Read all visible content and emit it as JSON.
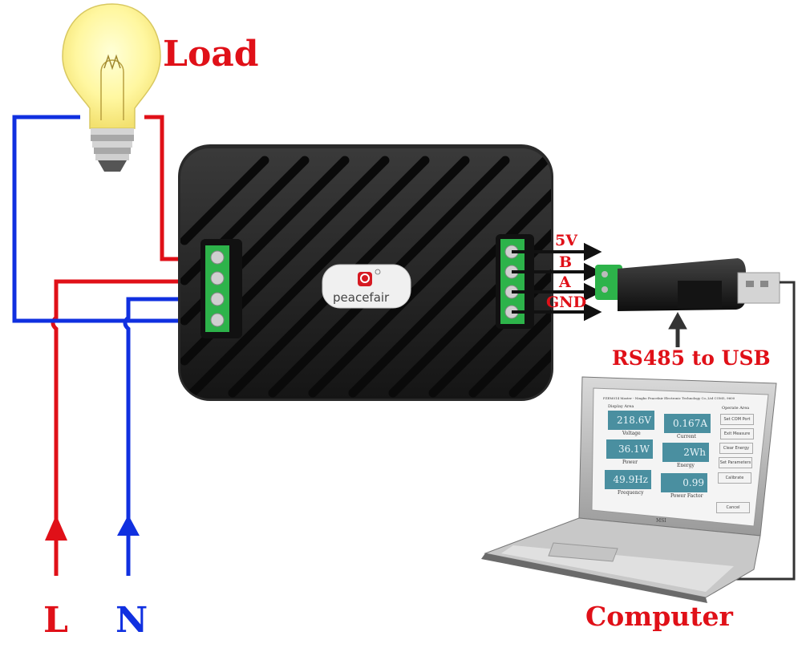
{
  "labels": {
    "load": "Load",
    "line": "L",
    "neutral": "N",
    "converter": "RS485 to USB",
    "computer": "Computer",
    "brand": "peacefair"
  },
  "terminals": [
    "5V",
    "B",
    "A",
    "GND"
  ],
  "software": {
    "window_title": "PZEM014 Master - Ningbo Peacefair Electronic Technology Co.,Ltd  COM5, 9600",
    "display_area": "Display Area",
    "operate_area": "Operate Area",
    "readings": [
      {
        "value": "218.6V",
        "caption": "Voltage"
      },
      {
        "value": "0.167A",
        "caption": "Current"
      },
      {
        "value": "36.1W",
        "caption": "Power"
      },
      {
        "value": "2Wh",
        "caption": "Energy"
      },
      {
        "value": "49.9Hz",
        "caption": "Frequency"
      },
      {
        "value": "0.99",
        "caption": "Power Factor"
      }
    ],
    "buttons": [
      "Set COM Port",
      "Exit Measure",
      "Clear Energy",
      "Set Parameters",
      "Calibrate",
      "Cancel"
    ],
    "laptop_brand": "MSI"
  },
  "colors": {
    "live_wire": "#e01018",
    "neutral_wire": "#1030e0",
    "signal_arrow": "#111111",
    "label_red": "#e01018",
    "label_blue": "#1030e0"
  }
}
